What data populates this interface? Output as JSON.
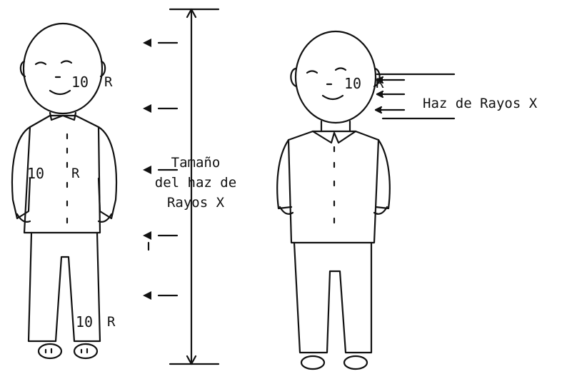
{
  "left_figure": {
    "head_dose": "10",
    "head_unit": "R",
    "chest_dose": "10",
    "chest_unit": "R",
    "legs_dose": "10",
    "legs_unit": "R"
  },
  "beam_size_label": {
    "line1": "Tamaño",
    "line2": "del haz de",
    "line3": "Rayos X"
  },
  "right_figure": {
    "head_dose": "10",
    "head_unit": "R"
  },
  "narrow_beam_label": "Haz de Rayos X",
  "colors": {
    "ink": "#111111",
    "paper": "#ffffff"
  }
}
